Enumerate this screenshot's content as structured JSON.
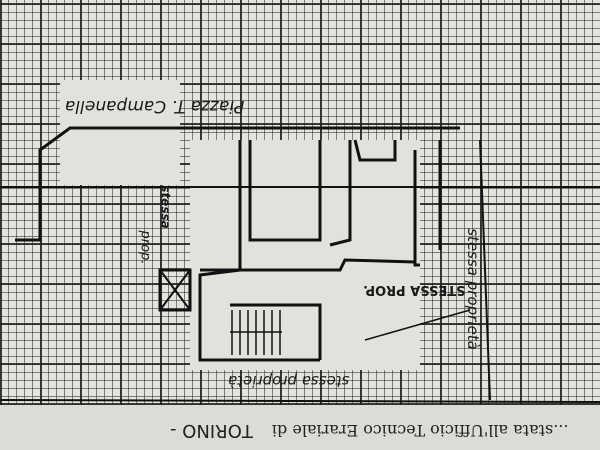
{
  "document": {
    "square_label": "Piazza T. Campanella",
    "labels": {
      "bottom": "stessa proprietà",
      "center": "STESSA PROP.",
      "right": "stessa proprietà",
      "left_stessa": "stessa",
      "left_prop": "prop."
    },
    "footer": {
      "text": "...stata all'Ufficio Tecnico Erariale di",
      "city": "TORINO -"
    }
  }
}
